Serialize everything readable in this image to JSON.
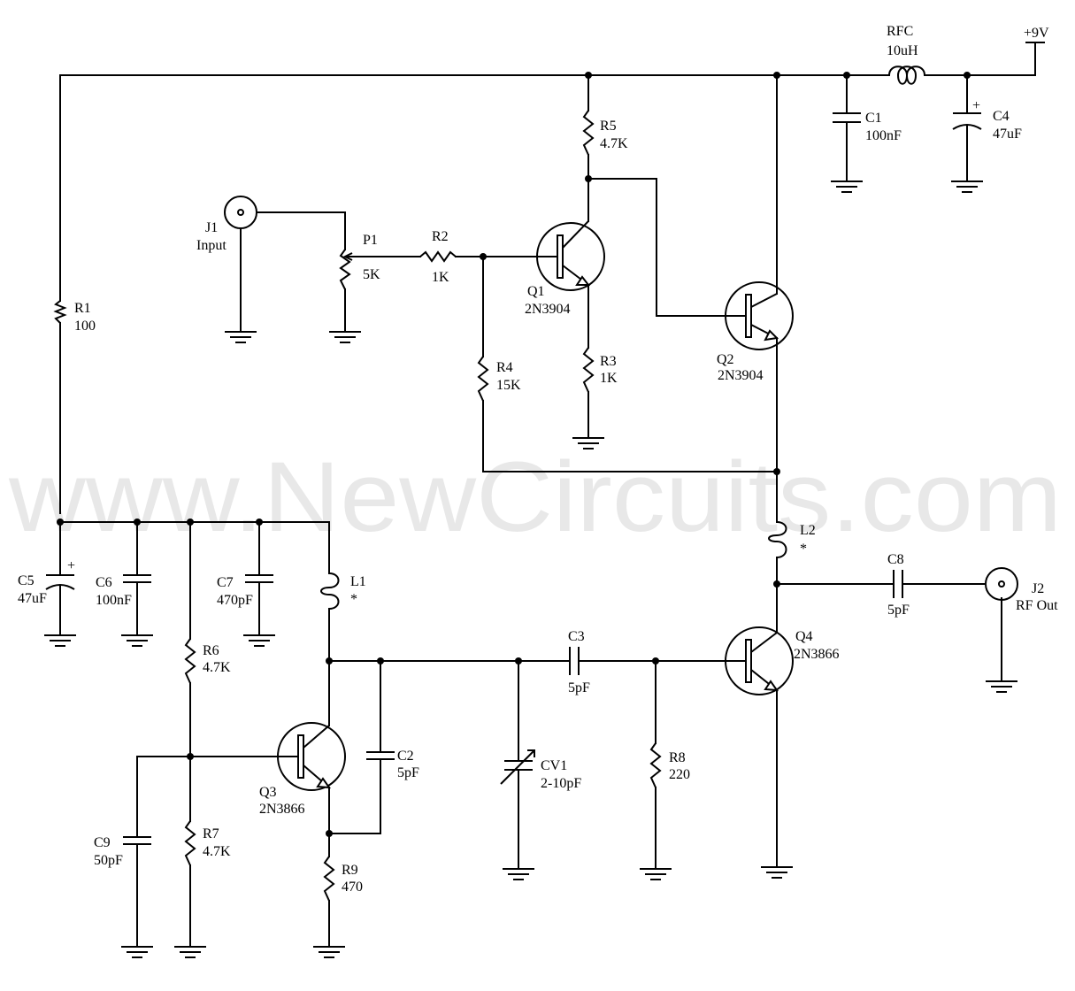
{
  "watermark": "www.NewCircuits.com",
  "supply": "+9V",
  "labels": {
    "RFC": [
      "RFC",
      "10uH"
    ],
    "C1": [
      "C1",
      "100nF"
    ],
    "C4": [
      "C4",
      "47uF"
    ],
    "R5": [
      "R5",
      "4.7K"
    ],
    "J1": [
      "J1",
      "Input"
    ],
    "P1": [
      "P1",
      "5K"
    ],
    "R2": [
      "R2",
      "1K"
    ],
    "Q1": [
      "Q1",
      "2N3904"
    ],
    "R1": [
      "R1",
      "100"
    ],
    "Q2": [
      "Q2",
      "2N3904"
    ],
    "R4": [
      "R4",
      "15K"
    ],
    "R3": [
      "R3",
      "1K"
    ],
    "L2": [
      "L2",
      "*"
    ],
    "C8": [
      "C8",
      "5pF"
    ],
    "J2": [
      "J2",
      "RF Out"
    ],
    "C5": [
      "C5",
      "47uF"
    ],
    "C6": [
      "C6",
      "100nF"
    ],
    "C7": [
      "C7",
      "470pF"
    ],
    "L1": [
      "L1",
      "*"
    ],
    "R6": [
      "R6",
      "4.7K"
    ],
    "C3": [
      "C3",
      "5pF"
    ],
    "Q4": [
      "Q4",
      "2N3866"
    ],
    "C2": [
      "C2",
      "5pF"
    ],
    "CV1": [
      "CV1",
      "2-10pF"
    ],
    "R8": [
      "R8",
      "220"
    ],
    "Q3": [
      "Q3",
      "2N3866"
    ],
    "C9": [
      "C9",
      "50pF"
    ],
    "R7": [
      "R7",
      "4.7K"
    ],
    "R9": [
      "R9",
      "470"
    ]
  },
  "polarity_marks": {
    "C4": "+",
    "C5": "+"
  }
}
